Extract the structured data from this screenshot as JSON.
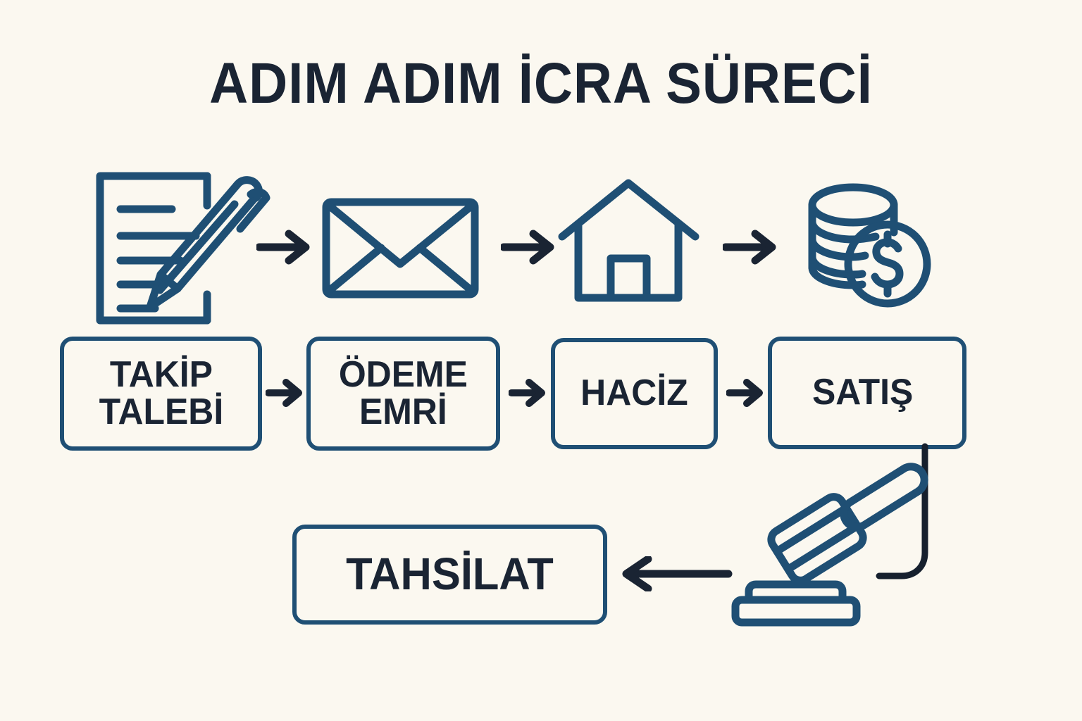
{
  "page": {
    "title": "ADIM ADIM İCRA SÜRECİ",
    "background_color": "#FBF8F0",
    "accent_color": "#1F4F74",
    "text_color": "#1A2433",
    "arrow_color": "#1A2433"
  },
  "icons": [
    {
      "name": "document-pencil-icon",
      "meaning": "takip talebi"
    },
    {
      "name": "envelope-icon",
      "meaning": "odeme emri"
    },
    {
      "name": "house-icon",
      "meaning": "haciz"
    },
    {
      "name": "coins-dollar-icon",
      "meaning": "satis"
    },
    {
      "name": "gavel-icon",
      "meaning": "tahsilat"
    }
  ],
  "icon_arrows": [
    {
      "name": "icon-arrow-1",
      "direction": "right"
    },
    {
      "name": "icon-arrow-2",
      "direction": "right"
    },
    {
      "name": "icon-arrow-3",
      "direction": "right"
    }
  ],
  "steps": [
    {
      "id": "takip-talebi",
      "label": "TAKİP\nTALEBİ",
      "font_size": 52
    },
    {
      "id": "odeme-emri",
      "label": "ÖDEME\nEMRİ",
      "font_size": 52
    },
    {
      "id": "haciz",
      "label": "HACİZ",
      "font_size": 52
    },
    {
      "id": "satis",
      "label": "SATIŞ",
      "font_size": 52
    },
    {
      "id": "tahsilat",
      "label": "TAHSİLAT",
      "font_size": 62
    }
  ],
  "step_arrows": [
    {
      "name": "step-arrow-1",
      "direction": "right"
    },
    {
      "name": "step-arrow-2",
      "direction": "right"
    },
    {
      "name": "step-arrow-3",
      "direction": "right"
    },
    {
      "name": "step-arrow-final",
      "direction": "left"
    }
  ],
  "connector": {
    "name": "satis-to-gavel-connector",
    "from": "satis",
    "to": "gavel-icon"
  }
}
